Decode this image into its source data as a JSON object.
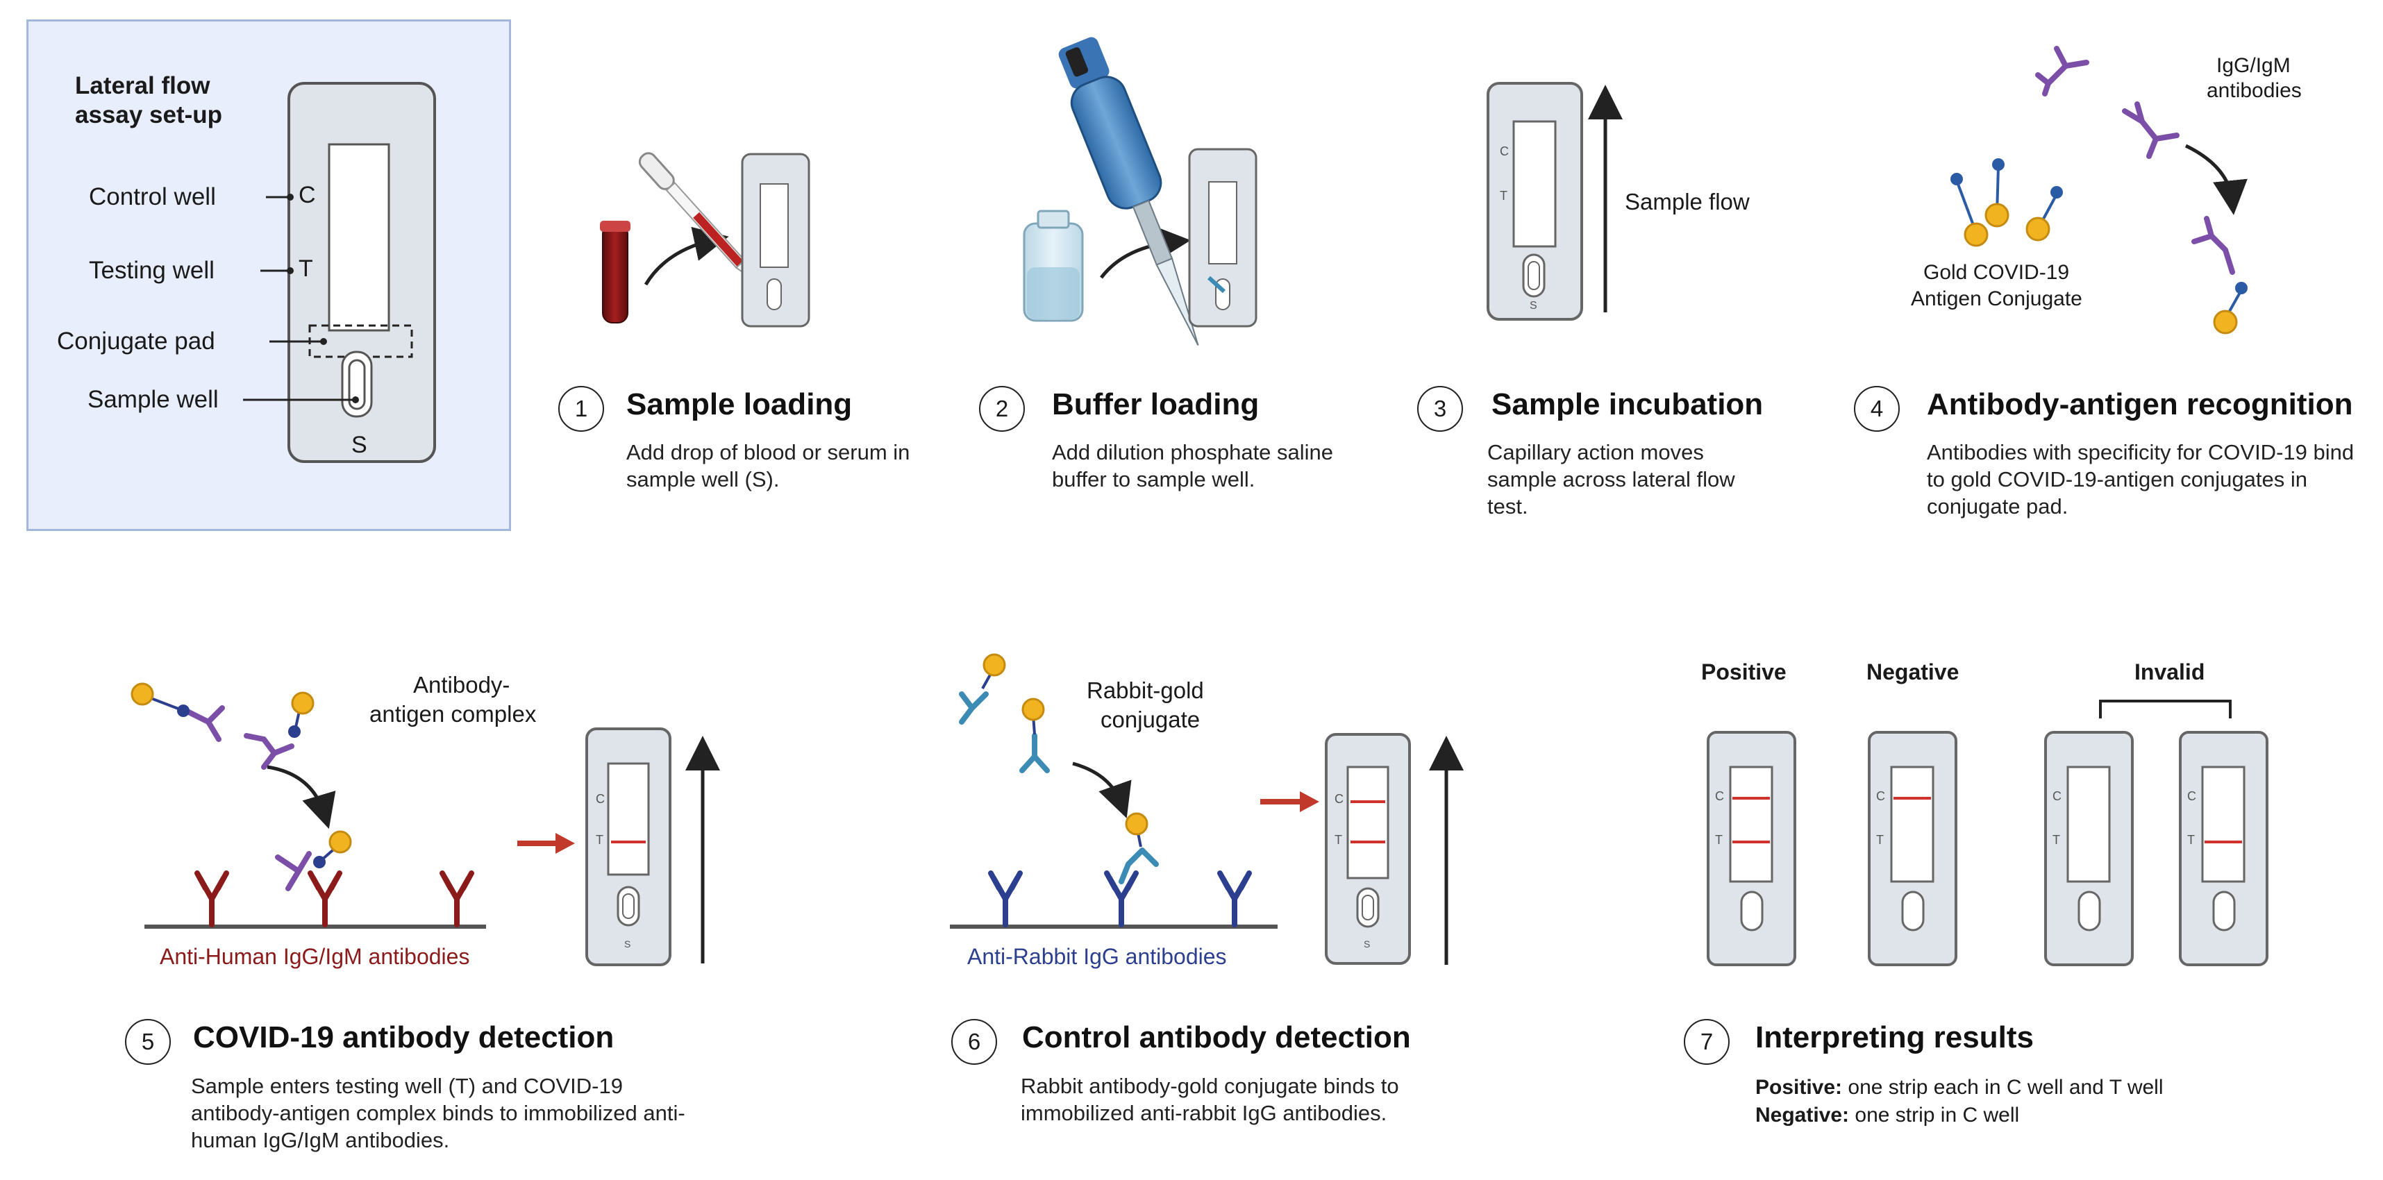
{
  "setup": {
    "title_line1": "Lateral flow",
    "title_line2": "assay set-up",
    "control_well": "Control well",
    "testing_well": "Testing well",
    "conjugate_pad": "Conjugate pad",
    "sample_well": "Sample well",
    "letter_c": "C",
    "letter_t": "T",
    "letter_s": "S"
  },
  "strip_letters": {
    "c": "C",
    "t": "T",
    "s": "S"
  },
  "steps": [
    {
      "number": "1",
      "title": "Sample loading",
      "desc": "Add drop of blood or serum in sample well (S)."
    },
    {
      "number": "2",
      "title": "Buffer loading",
      "desc": "Add dilution phosphate saline buffer to sample well."
    },
    {
      "number": "3",
      "title": "Sample incubation",
      "desc": "Capillary action moves sample across lateral flow test."
    },
    {
      "number": "4",
      "title": "Antibody-antigen recognition",
      "desc": "Antibodies with specificity for COVID-19 bind to gold COVID-19-antigen conjugates in conjugate pad."
    },
    {
      "number": "5",
      "title": "COVID-19 antibody detection",
      "desc": "Sample enters testing well (T) and COVID-19 antibody-antigen complex binds to immobilized anti-human IgG/IgM antibodies."
    },
    {
      "number": "6",
      "title": "Control antibody detection",
      "desc": "Rabbit antibody-gold conjugate binds to immobilized anti-rabbit IgG antibodies."
    },
    {
      "number": "7",
      "title": "Interpreting results"
    }
  ],
  "labels": {
    "sample_flow": "Sample flow",
    "igg_igm_line1": "IgG/IgM",
    "igg_igm_line2": "antibodies",
    "gold_line1": "Gold  COVID-19",
    "gold_line2": "Antigen Conjugate",
    "complex_line1": "Antibody-",
    "complex_line2": "antigen complex",
    "anti_human": "Anti-Human IgG/IgM antibodies",
    "rabbit_line1": "Rabbit-gold",
    "rabbit_line2": "conjugate",
    "anti_rabbit": "Anti-Rabbit IgG antibodies"
  },
  "results": {
    "positive": "Positive",
    "negative": "Negative",
    "invalid": "Invalid",
    "legend_positive_key": "Positive:",
    "legend_positive_text": " one strip each in C well and T well",
    "legend_negative_key": "Negative:",
    "legend_negative_text": " one strip in C well"
  },
  "colors": {
    "purple_antibody": "#7b4fa8",
    "red_antibody": "#8b1a1a",
    "blue_antibody": "#2c3f8f",
    "teal_antibody": "#3b8bb5",
    "gold": "#f2b321",
    "arrow_red": "#c0392b",
    "strip_line_red": "#d0312d"
  }
}
